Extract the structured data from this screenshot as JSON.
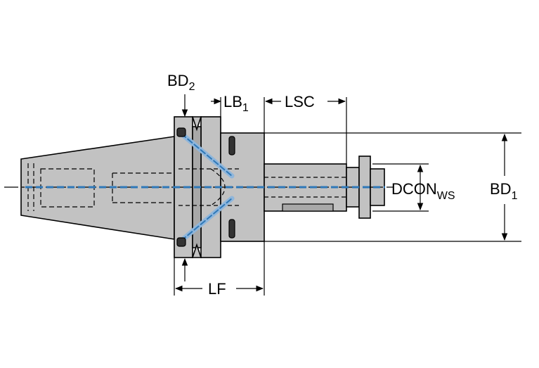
{
  "labels": {
    "bd2": {
      "main": "BD",
      "sub": "2"
    },
    "lb1": {
      "main": "LB",
      "sub": "1"
    },
    "lsc": "LSC",
    "dcon": {
      "main": "DCON",
      "sub": "WS"
    },
    "bd1": {
      "main": "BD",
      "sub": "1"
    },
    "lf": "LF"
  },
  "colors": {
    "metal": "#c2c2c2",
    "metal_dark": "#a8a8a8",
    "outline": "#000000",
    "coolant": "#2e78b8",
    "coolant_light": "#8fb6db",
    "background": "#ffffff"
  }
}
